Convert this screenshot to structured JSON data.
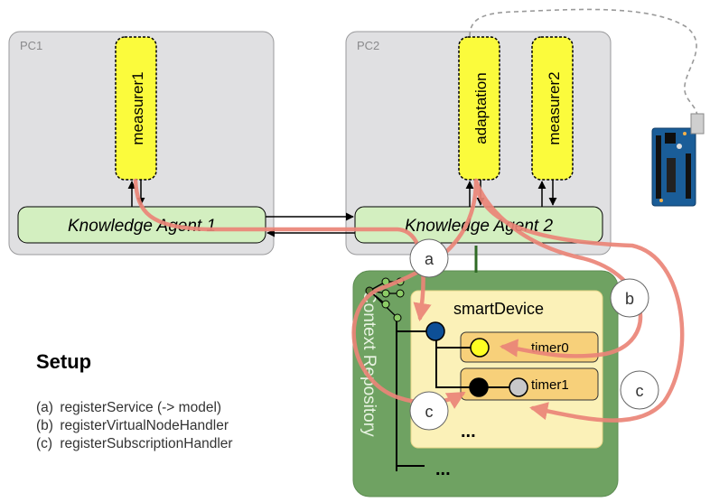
{
  "pcs": [
    {
      "label": "PC1"
    },
    {
      "label": "PC2"
    }
  ],
  "agents": [
    {
      "label": "Knowledge Agent 1"
    },
    {
      "label": "Knowledge Agent 2"
    }
  ],
  "services": [
    {
      "label": "measurer1"
    },
    {
      "label": "adaptation"
    },
    {
      "label": "measurer2"
    }
  ],
  "repository": {
    "label": "Context Repository",
    "device": "smartDevice",
    "timers": [
      "timer0",
      "timer1"
    ],
    "ellipsis_inner": "...",
    "ellipsis_outer": "..."
  },
  "callouts": [
    "a",
    "b",
    "c",
    "c"
  ],
  "setup": {
    "title": "Setup",
    "items": [
      {
        "label": "(a)",
        "text": "registerService (-> model)"
      },
      {
        "label": "(b)",
        "text": "registerVirtualNodeHandler"
      },
      {
        "label": "(c)",
        "text": "registerSubscriptionHandler"
      }
    ]
  },
  "colors": {
    "pc_fill": "#e0e0e2",
    "agent_fill": "#d3efc0",
    "service_fill": "#fbfb3c",
    "repo_fill": "#6fa262",
    "device_fill": "#fbf1b8",
    "timer_fill": "#f7d07a",
    "flow": "#eb8578",
    "node_blue": "#0d4f96",
    "node_yellow": "#ffff22",
    "node_gray": "#c8c8ca"
  },
  "icons": [
    "arduino-board-icon",
    "tree-icon"
  ]
}
